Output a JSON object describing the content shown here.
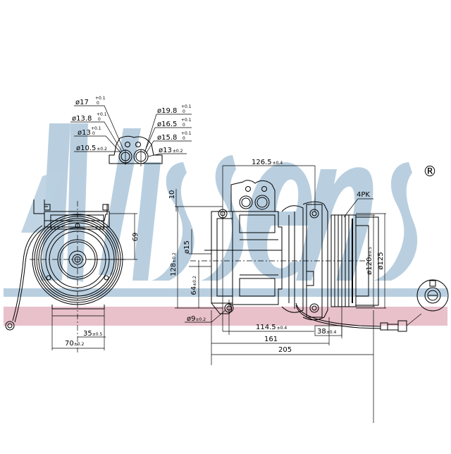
{
  "watermark": {
    "brand": "Nissens",
    "registered_mark": "®",
    "blue_band_color": "#b9cfe0",
    "pink_band_color": "#e8c1cb",
    "text_color": "#b9cfe0"
  },
  "port_detail": {
    "left_port_labels": [
      {
        "value": "ø17",
        "tolerance_upper": "+0.1",
        "tolerance_lower": "0"
      },
      {
        "value": "ø13.8",
        "tolerance_upper": "+0.1",
        "tolerance_lower": "0"
      },
      {
        "value": "ø13",
        "tolerance_upper": "+0.1",
        "tolerance_lower": "0"
      },
      {
        "value": "ø10.5",
        "tolerance": "±0.2"
      }
    ],
    "right_port_labels": [
      {
        "value": "ø19.8",
        "tolerance_upper": "+0.1",
        "tolerance_lower": "0"
      },
      {
        "value": "ø16.5",
        "tolerance_upper": "+0.1",
        "tolerance_lower": "0"
      },
      {
        "value": "ø15.8",
        "tolerance_upper": "+0.1",
        "tolerance_lower": "0"
      },
      {
        "value": "ø13",
        "tolerance": "±0.2"
      }
    ]
  },
  "front_view": {
    "dim_height": "69",
    "dim_half_width": "35",
    "dim_half_width_tol": "±0.5",
    "dim_width": "70",
    "dim_width_tol": "±0.2"
  },
  "side_view": {
    "dim_top_length": "126.5",
    "dim_top_length_tol": "±0.4",
    "dim_offset_top": "10",
    "dim_total_height": "128",
    "dim_total_height_tol": "±0.2",
    "dim_shaft": "ø15",
    "dim_mount_height": "64",
    "dim_mount_height_tol": "±0.2",
    "dim_hole": "ø9",
    "dim_hole_tol": "±0.2",
    "dim_mount_spacing": "114.5",
    "dim_mount_spacing_tol": "±0.4",
    "dim_length_161": "161",
    "dim_length_205": "205",
    "dim_pulley_offset": "38",
    "dim_pulley_offset_tol": "±0.4",
    "pulley_type": "4PK",
    "dim_pulley_dia": "ø120",
    "dim_pulley_dia_tol": "±0.5",
    "dim_clutch_dia": "ø125"
  }
}
